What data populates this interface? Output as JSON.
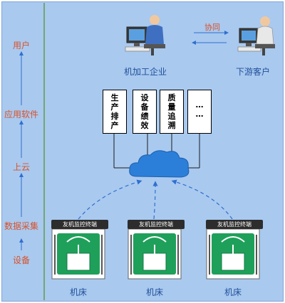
{
  "layers": [
    {
      "key": "user",
      "label": "用户"
    },
    {
      "key": "app",
      "label": "应用软件"
    },
    {
      "key": "cloud",
      "label": "上云"
    },
    {
      "key": "data",
      "label": "数据采集"
    },
    {
      "key": "device",
      "label": "设备"
    }
  ],
  "users": {
    "enterprise": "机加工企业",
    "customer": "下游客户",
    "relation": "协同"
  },
  "apps": [
    {
      "chars": [
        "生",
        "产",
        "排",
        "产"
      ]
    },
    {
      "chars": [
        "设",
        "备",
        "绩",
        "效"
      ]
    },
    {
      "chars": [
        "质",
        "量",
        "追",
        "溯"
      ]
    },
    {
      "chars": [
        "…",
        "…"
      ]
    }
  ],
  "terminals": [
    "友机监控终端",
    "友机监控终端",
    "友机监控终端"
  ],
  "machines": [
    "机床",
    "机床",
    "机床"
  ],
  "colors": {
    "background": "#a9c9ef",
    "layer_text": "#d8522a",
    "label_text": "#1f4f9a",
    "arrow": "#2f6fd0",
    "cloud": "#2c7fd8",
    "machine": "#1fa05a"
  }
}
